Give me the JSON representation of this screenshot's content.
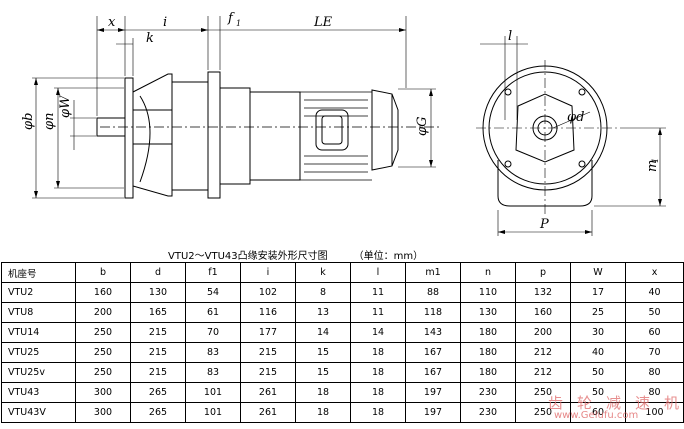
{
  "drawing": {
    "dims": {
      "x": "x",
      "i": "i",
      "f1": "f",
      "f1_sub": "1",
      "LE": "LE",
      "k": "k",
      "phib": "φb",
      "phin": "φn",
      "phiW": "φW",
      "phiG": "φG",
      "l": "l",
      "phid": "φd",
      "m1": "m",
      "m1_sub": "1",
      "p": "P"
    }
  },
  "caption": {
    "title": "VTU2～VTU43凸缘安装外形尺寸图",
    "unit": "（单位：mm）"
  },
  "table": {
    "headers": [
      "机座号",
      "b",
      "d",
      "f1",
      "i",
      "k",
      "l",
      "m1",
      "n",
      "p",
      "W",
      "x"
    ],
    "rows": [
      [
        "VTU2",
        "160",
        "130",
        "54",
        "102",
        "8",
        "11",
        "88",
        "110",
        "132",
        "17",
        "40"
      ],
      [
        "VTU8",
        "200",
        "165",
        "61",
        "116",
        "13",
        "11",
        "118",
        "130",
        "160",
        "25",
        "50"
      ],
      [
        "VTU14",
        "250",
        "215",
        "70",
        "177",
        "14",
        "14",
        "143",
        "180",
        "200",
        "30",
        "60"
      ],
      [
        "VTU25",
        "250",
        "215",
        "83",
        "215",
        "15",
        "18",
        "167",
        "180",
        "212",
        "40",
        "70"
      ],
      [
        "VTU25v",
        "250",
        "215",
        "83",
        "215",
        "15",
        "18",
        "167",
        "180",
        "212",
        "50",
        "80"
      ],
      [
        "VTU43",
        "300",
        "265",
        "101",
        "261",
        "18",
        "18",
        "197",
        "230",
        "250",
        "50",
        "80"
      ],
      [
        "VTU43V",
        "300",
        "265",
        "101",
        "261",
        "18",
        "18",
        "197",
        "230",
        "250",
        "60",
        "100"
      ]
    ]
  },
  "watermark": {
    "text": "齿轮减速机",
    "url": "www.Gelufu.com"
  }
}
